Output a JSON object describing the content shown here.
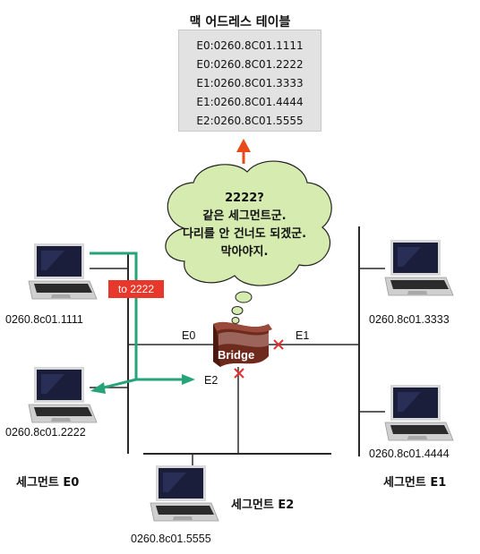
{
  "mac_table": {
    "title": "맥 어드레스 테이블",
    "rows": [
      "E0:0260.8C01.1111",
      "E0:0260.8C01.2222",
      "E1:0260.8C01.3333",
      "E1:0260.8C01.4444",
      "E2:0260.8C01.5555"
    ]
  },
  "bubble": {
    "lines": [
      "2222?",
      "같은 세그먼트군.",
      "다리를 안 건너도 되겠군.",
      "막아야지."
    ]
  },
  "bridge": {
    "label": "Bridge",
    "ports": {
      "e0": "E0",
      "e1": "E1",
      "e2": "E2"
    }
  },
  "frame_tag": "to 2222",
  "hosts": {
    "h1111": "0260.8c01.1111",
    "h2222": "0260.8c01.2222",
    "h3333": "0260.8c01.3333",
    "h4444": "0260.8c01.4444",
    "h5555": "0260.8c01.5555"
  },
  "segments": {
    "e0": "세그먼트 E0",
    "e1": "세그먼트 E1",
    "e2": "세그먼트 E2"
  },
  "colors": {
    "arrow_green": "#27a37a",
    "block_x": "#e03030",
    "up_arrow": "#e84a1a",
    "bubble_fill": "#d5ebb0",
    "tag": "#e8382b",
    "bridge": "#6e2a1d"
  }
}
